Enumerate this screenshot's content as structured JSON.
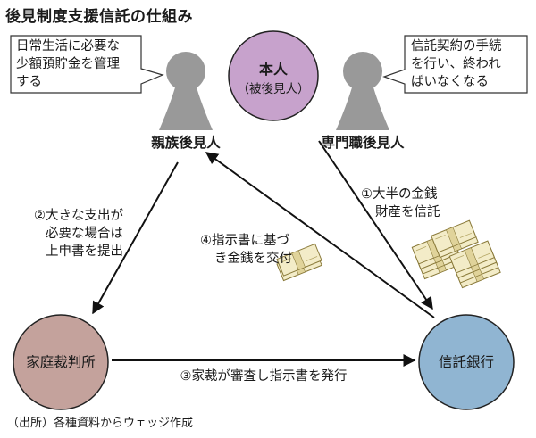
{
  "title": "後見制度支援信託の仕組み",
  "people": {
    "honnin": {
      "label": "本人",
      "sub": "（被後見人）"
    },
    "family_guardian": {
      "label": "親族後見人"
    },
    "pro_guardian": {
      "label": "専門職後見人"
    }
  },
  "speech_bubbles": {
    "left": [
      "日常生活に必要な",
      "少額預貯金を管理",
      "する"
    ],
    "right": [
      "信託契約の手続",
      "を行い、終われ",
      "ばいなくなる"
    ]
  },
  "nodes": {
    "court": "家庭裁判所",
    "bank": "信託銀行"
  },
  "steps": {
    "step1": [
      "①大半の金銭",
      "財産を信託"
    ],
    "step2": [
      "②大きな支出が",
      "必要な場合は",
      "上申書を提出"
    ],
    "step3": "③家裁が審査し指示書を発行",
    "step4": [
      "④指示書に基づ",
      "き金銭を交付"
    ]
  },
  "source": "（出所）各種資料からウェッジ作成",
  "colors": {
    "honnin_circle": "#c7a2cc",
    "court_circle": "#c4a29c",
    "bank_circle": "#90b5d2",
    "person_silhouette": "#999999",
    "money_band": "#efe6b8"
  }
}
